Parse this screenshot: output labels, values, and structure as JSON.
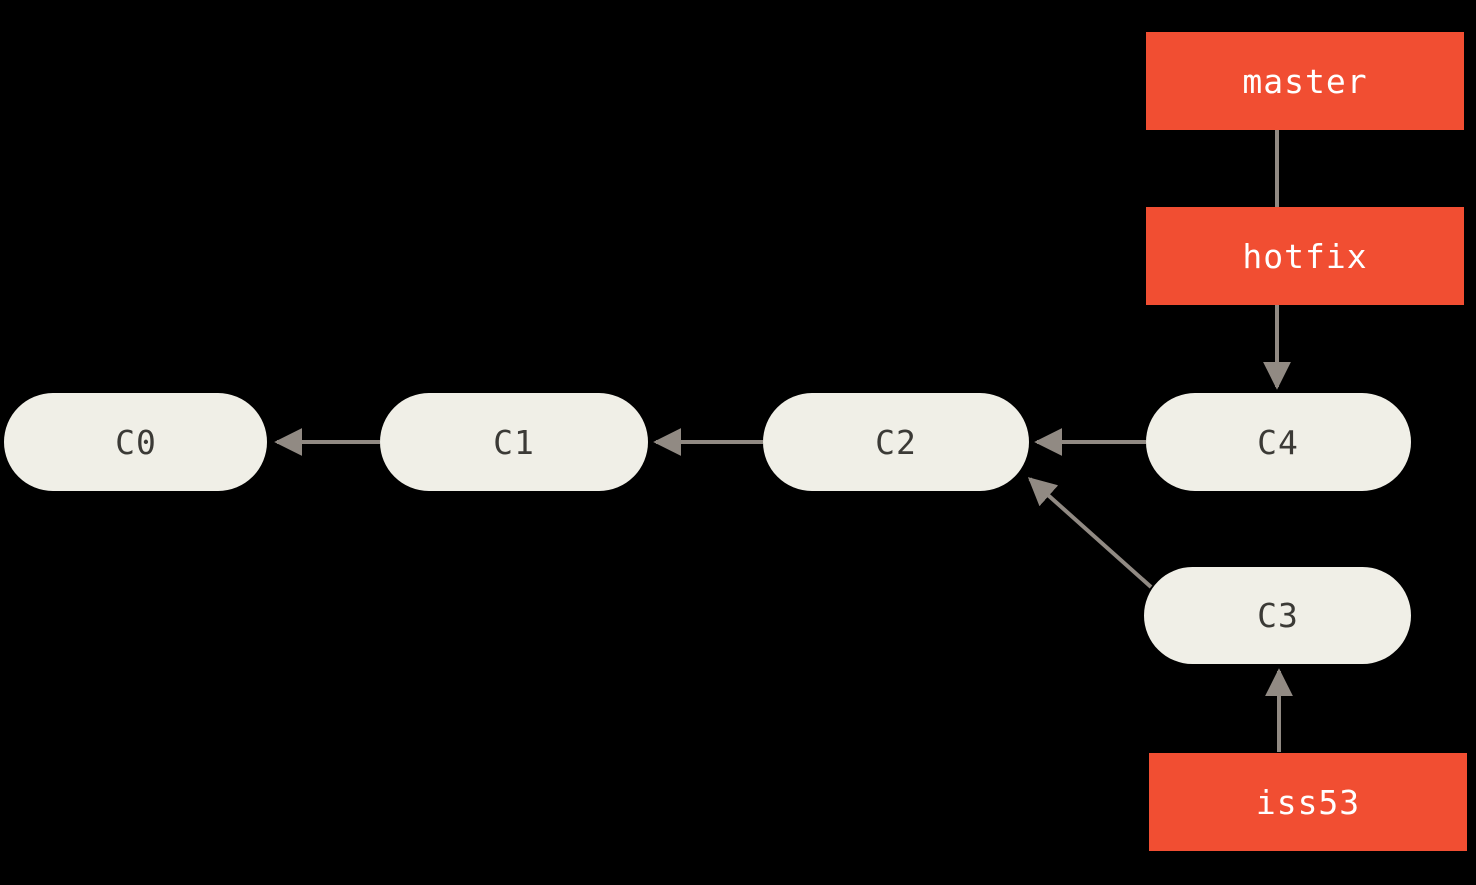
{
  "colors": {
    "background": "#000000",
    "branch_box": "#f14e32",
    "branch_text": "#ffffff",
    "commit_pill": "#f0efe7",
    "commit_text": "#3b3a36",
    "edge": "#918a83"
  },
  "branches": {
    "master": {
      "label": "master",
      "points_to": "C4"
    },
    "hotfix": {
      "label": "hotfix",
      "points_to": "C4"
    },
    "iss53": {
      "label": "iss53",
      "points_to": "C3"
    }
  },
  "commits": {
    "c0": {
      "label": "C0",
      "parent": null
    },
    "c1": {
      "label": "C1",
      "parent": "C0"
    },
    "c2": {
      "label": "C2",
      "parent": "C1"
    },
    "c3": {
      "label": "C3",
      "parent": "C2"
    },
    "c4": {
      "label": "C4",
      "parent": "C2"
    }
  },
  "edges": [
    {
      "from": "C1",
      "to": "C0",
      "arrow": true
    },
    {
      "from": "C2",
      "to": "C1",
      "arrow": true
    },
    {
      "from": "C4",
      "to": "C2",
      "arrow": true
    },
    {
      "from": "C3",
      "to": "C2",
      "arrow": true
    },
    {
      "from": "master",
      "to": "hotfix",
      "arrow": false
    },
    {
      "from": "hotfix",
      "to": "C4",
      "arrow": true
    },
    {
      "from": "iss53",
      "to": "C3",
      "arrow": true
    }
  ]
}
